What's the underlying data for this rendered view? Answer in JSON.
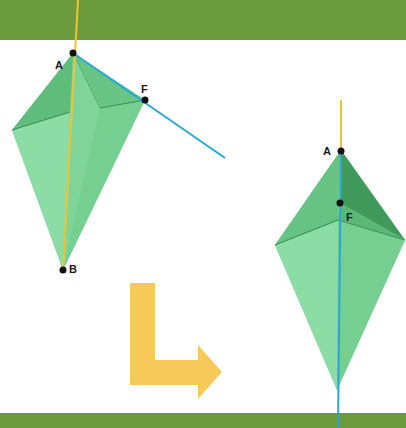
{
  "diagram": {
    "labels": [
      "A",
      "F",
      "B",
      "A",
      "F"
    ]
  }
}
